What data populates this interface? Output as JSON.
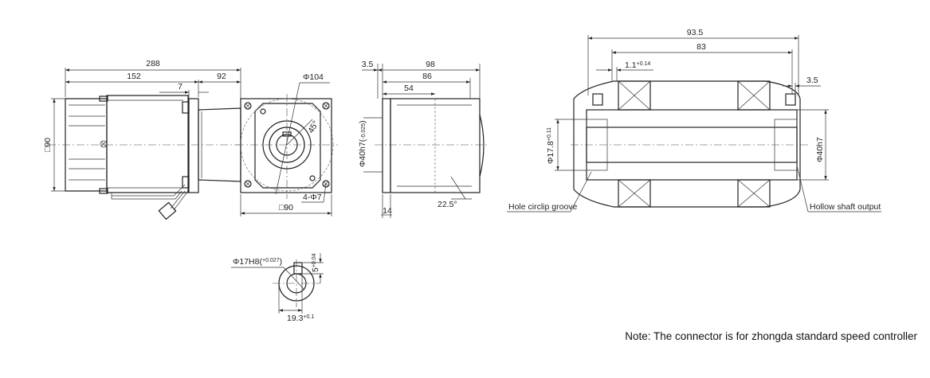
{
  "side_view": {
    "dim_overall": "288",
    "dim_motor": "152",
    "dim_gear": "92",
    "dim_flange": "7",
    "dim_height": "□90"
  },
  "front_view": {
    "dim_pcd": "Φ104",
    "dim_angle": "45°",
    "dim_holes": "4-Φ7",
    "dim_square": "□90"
  },
  "gear_side_view": {
    "dim_3_5": "3.5",
    "dim_98": "98",
    "dim_86": "86",
    "dim_54": "54",
    "dim_14": "14",
    "dim_pilot": "Φ40h7(",
    "dim_pilot_tol": "-0.025",
    "dim_chamfer": "22.5°"
  },
  "section_view": {
    "dim_93_5": "93.5",
    "dim_83": "83",
    "dim_1_1": "1.1",
    "dim_1_1_tol": "+0.14",
    "dim_3_5": "3.5",
    "dim_bore": "Φ17.8",
    "dim_bore_tol": "+0.11",
    "dim_od": "Φ40h7",
    "label_groove": "Hole circlip groove",
    "label_output": "Hollow shaft output"
  },
  "keyway_view": {
    "dim_bore": "Φ17H8(",
    "dim_bore_tol": "+0.027",
    "dim_key": "5",
    "dim_key_tol": "+0.04",
    "dim_depth": "19.3",
    "dim_depth_tol": "+0.1"
  },
  "note": "Note: The connector is for zhongda standard speed controller"
}
